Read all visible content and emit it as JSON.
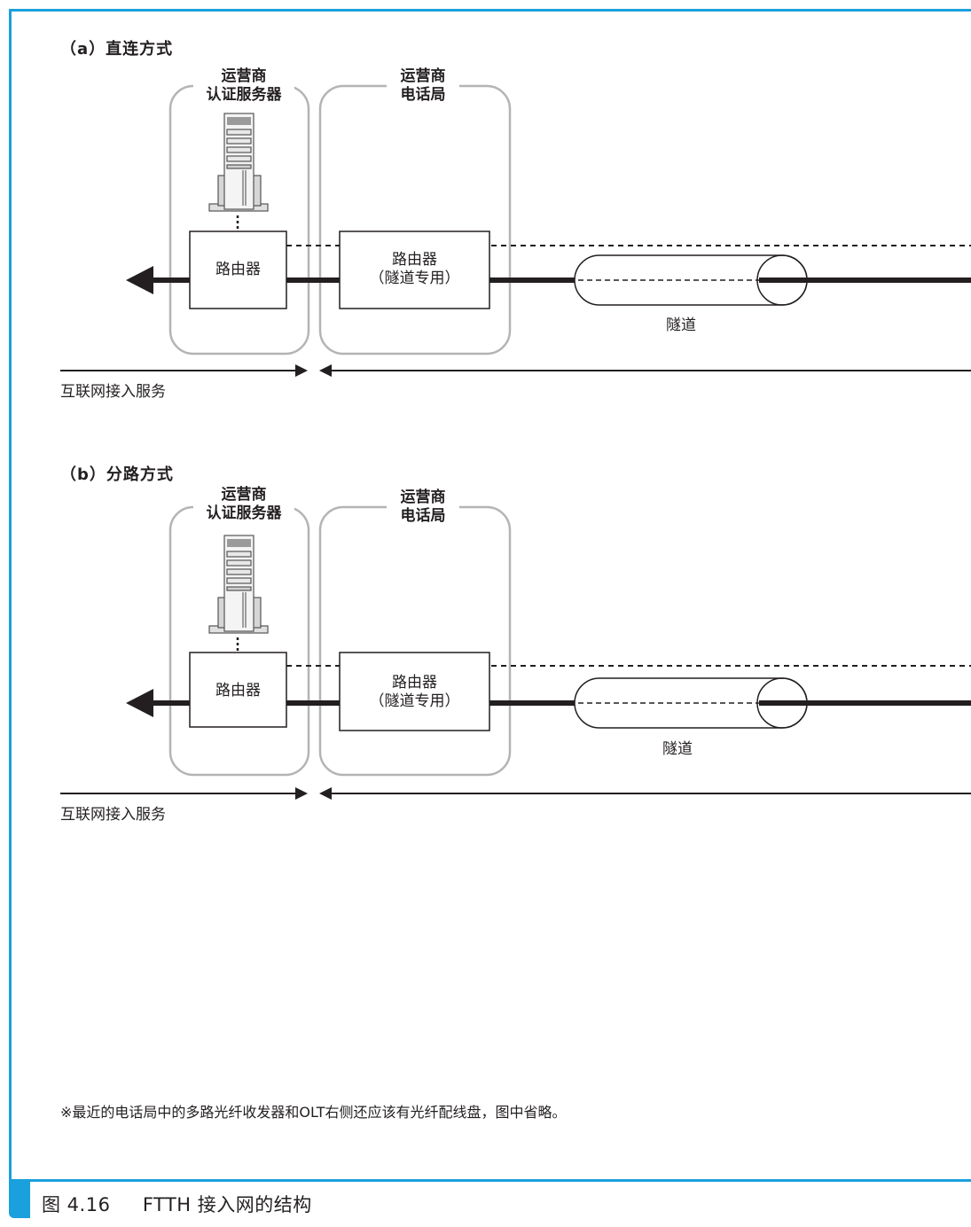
{
  "colors": {
    "accent": "#1aa0dc",
    "box_border": "#b4b4b4",
    "line": "#231f20"
  },
  "sections": [
    {
      "id": "a",
      "title": "（a）直连方式",
      "auth_box_label": "运营商\n认证服务器",
      "office_box_label": "运营商\n电话局",
      "left_router_label": "路由器",
      "tunnel_router_label": "路由器\n（隧道专用）",
      "tunnel_label": "隧道",
      "service_label": "互联网接入服务"
    },
    {
      "id": "b",
      "title": "（b）分路方式",
      "auth_box_label": "运营商\n认证服务器",
      "office_box_label": "运营商\n电话局",
      "left_router_label": "路由器",
      "tunnel_router_label": "路由器\n（隧道专用）",
      "tunnel_label": "隧道",
      "service_label": "互联网接入服务"
    }
  ],
  "icons": [
    "server-icon",
    "arrow-left-icon",
    "tunnel-icon"
  ],
  "note": "※最近的电话局中的多路光纤收发器和OLT右侧还应该有光纤配线盘，图中省略。",
  "caption": {
    "number": "图 4.16",
    "title": "FTTH 接入网的结构"
  }
}
